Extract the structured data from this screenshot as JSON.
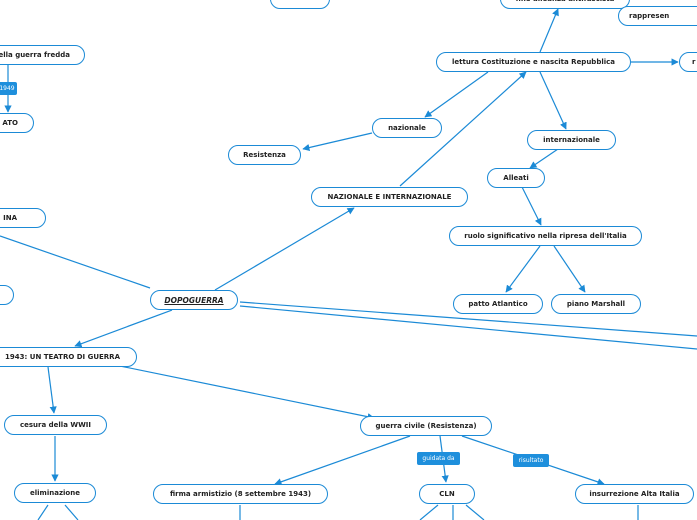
{
  "central": "DOPOGUERRA",
  "nodes": {
    "top_partial": "",
    "fine_alleanza": "fine alleanza antifascista",
    "rappresen": "rappresen",
    "guerra_fredda": "ella guerra fredda",
    "ato": "ATO",
    "lettura": "lettura Costituzione e nascita Repubblica",
    "right_partial": "r",
    "nazionale": "nazionale",
    "resistenza": "Resistenza",
    "internazionale": "internazionale",
    "alleati": "Alleati",
    "naz_int": "NAZIONALE E INTERNAZIONALE",
    "ina": "INA",
    "ruolo": "ruolo significativo nella ripresa dell'Italia",
    "left_small": "",
    "patto": "patto Atlantico",
    "marshall": "piano Marshall",
    "teatro": "1943: UN TEATRO DI GUERRA",
    "cesura": "cesura della WWII",
    "guerra_civile": "guerra civile (Resistenza)",
    "eliminazione": "eliminazione",
    "armistizio": "firma armistizio (8 settembre 1943)",
    "cln": "CLN",
    "insurrezione": "insurrezione Alta Italia"
  },
  "tags": {
    "year": "1949",
    "guidata_da": "guidata da",
    "risultato": "risultato"
  },
  "colors": {
    "accent": "#1b8ad6",
    "tag_bg": "#1e8fdc"
  }
}
